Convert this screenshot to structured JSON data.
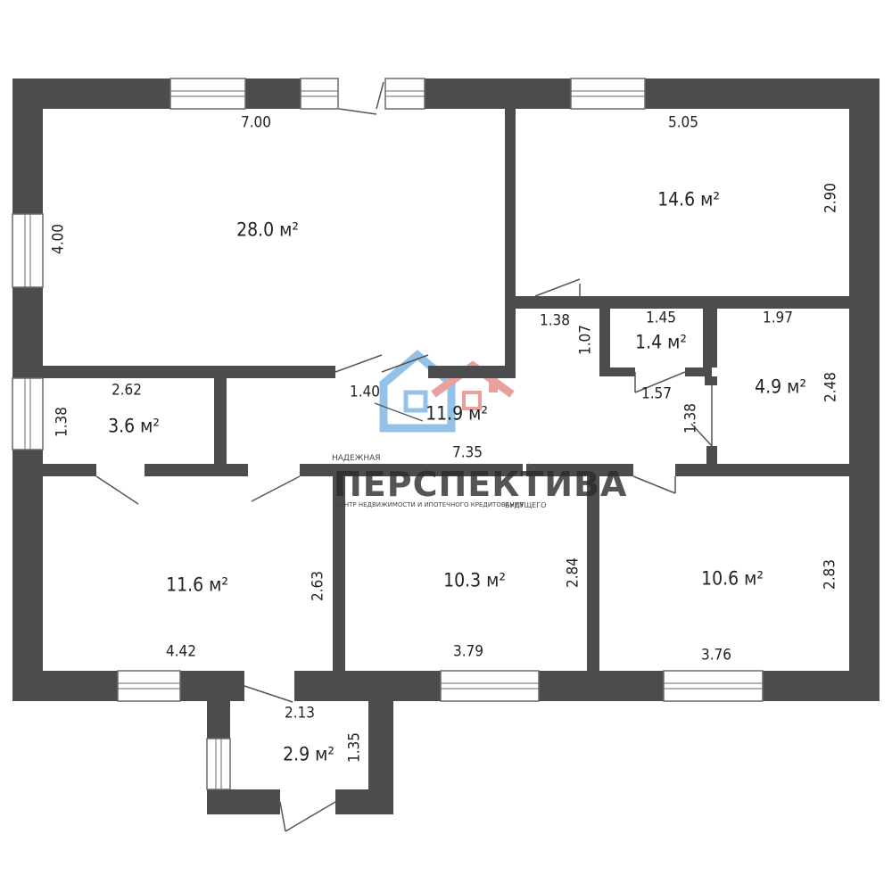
{
  "colors": {
    "wall": "#4c4c4e",
    "window_frame": "#6a6a6a",
    "door_line": "#555555",
    "watermark_blue": "#3d8fd6",
    "watermark_red": "#d9534f"
  },
  "rooms": [
    {
      "id": "living",
      "area": "28.0 м²",
      "width": "7.00",
      "height": "4.00"
    },
    {
      "id": "room-ne",
      "area": "14.6 м²",
      "width": "5.05",
      "height": "2.90"
    },
    {
      "id": "hall",
      "area": "11.9 м²",
      "width": "7.35",
      "dims": [
        "1.40",
        "1.38",
        "1.07",
        "1.57",
        "1.38"
      ]
    },
    {
      "id": "small-room",
      "area": "1.4 м²",
      "width": "1.45"
    },
    {
      "id": "room-e",
      "area": "4.9 м²",
      "width": "1.97",
      "height": "2.48"
    },
    {
      "id": "room-w",
      "area": "3.6 м²",
      "width": "2.62",
      "height": "1.38"
    },
    {
      "id": "room-sw",
      "area": "11.6 м²",
      "width": "4.42",
      "height": "2.63"
    },
    {
      "id": "room-sc",
      "area": "10.3 м²",
      "width": "3.79",
      "height": "2.84"
    },
    {
      "id": "room-se",
      "area": "10.6 м²",
      "width": "3.76",
      "height": "2.83"
    },
    {
      "id": "vestibule",
      "area": "2.9 м²",
      "width": "2.13",
      "height": "1.35"
    }
  ],
  "watermark": {
    "tagline": "НАДЕЖНАЯ",
    "name": "ПЕРСПЕКТИВА",
    "subline": "ЦЕНТР НЕДВИЖИМОСТИ И ИПОТЕЧНОГО КРЕДИТОВАНИЯ",
    "suffix": "БУДУЩЕГО"
  }
}
